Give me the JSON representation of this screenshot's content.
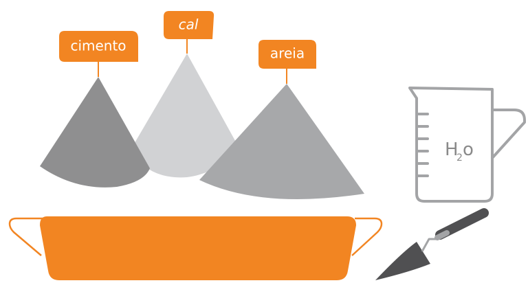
{
  "colors": {
    "accent": "#f28522",
    "cimento_pile": "#8f8f90",
    "cal_pile": "#d1d2d4",
    "areia_pile": "#a7a8aa",
    "outline": "#a3a4a6"
  },
  "labels": {
    "cimento": "cimento",
    "cal": "cal",
    "areia": "areia"
  },
  "water": {
    "main": "H",
    "sub": "2",
    "end": "o"
  },
  "icons": {
    "measuring_cup": "measuring-cup-icon",
    "trowel": "trowel-icon",
    "mixing_tray": "mixing-tray-icon"
  }
}
